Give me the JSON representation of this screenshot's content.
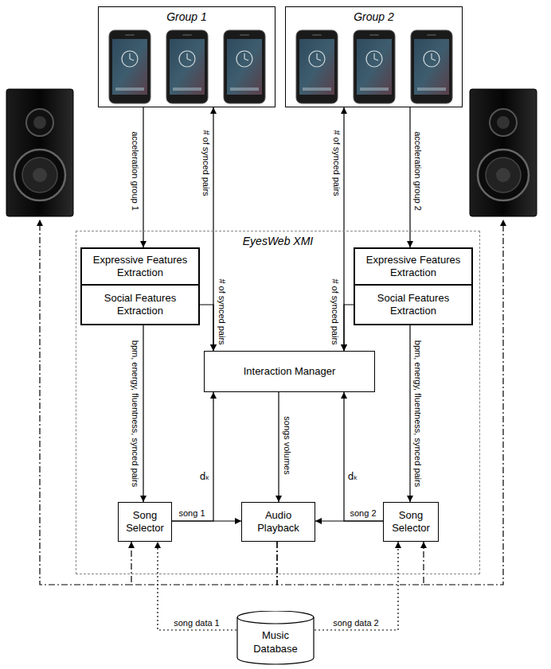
{
  "diagram": {
    "nodes": [
      {
        "text": [
          "Group 1"
        ]
      },
      {
        "text": [
          "Group 2"
        ]
      },
      {
        "text": [
          "EyesWeb XMI"
        ]
      },
      {
        "text": [
          "Expressive Features Extraction"
        ],
        "in": 2
      },
      {
        "text": [
          "Social Features Extraction"
        ],
        "in": 2
      },
      {
        "text": [
          "Expressive Features Extraction"
        ],
        "in": 2
      },
      {
        "text": [
          "Social Features Extraction"
        ],
        "in": 2
      },
      {
        "text": [
          "Interaction Manager"
        ],
        "in": 2
      },
      {
        "text": [
          "Song Selector"
        ],
        "in": 2
      },
      {
        "text": [
          "Audio Playback"
        ],
        "in": 2
      },
      {
        "text": [
          "Song Selector"
        ],
        "in": 2
      },
      {
        "text": [
          "Music Database"
        ]
      }
    ],
    "edges": [
      {
        "from": 0,
        "to": 3,
        "label": "acceleration group 1",
        "arrow": "to"
      },
      {
        "from": 0,
        "to": 7,
        "label": "# of synced pairs",
        "arrow": "both"
      },
      {
        "from": 4,
        "to": 7,
        "label": "# of synced pairs",
        "arrow": "to"
      },
      {
        "from": 1,
        "to": 5,
        "label": "acceleration group 2",
        "arrow": "to"
      },
      {
        "from": 1,
        "to": 7,
        "label": "# of synced pairs",
        "arrow": "both"
      },
      {
        "from": 6,
        "to": 7,
        "label": "# of synced pairs",
        "arrow": "to"
      },
      {
        "from": 4,
        "to": 8,
        "label": "bpm, energy, fluentness, synced pairs",
        "arrow": "to"
      },
      {
        "from": 6,
        "to": 10,
        "label": "bpm, energy, fluentness, synced pairs",
        "arrow": "to"
      },
      {
        "from": 8,
        "to": 7,
        "label": "dₖ",
        "arrow": "to"
      },
      {
        "from": 10,
        "to": 7,
        "label": "dₖ",
        "arrow": "to"
      },
      {
        "from": 7,
        "to": 9,
        "label": "songs volumes",
        "arrow": "to"
      },
      {
        "from": 8,
        "to": 9,
        "label": "song 1",
        "arrow": "to"
      },
      {
        "from": 10,
        "to": 9,
        "label": "song 2",
        "arrow": "to"
      },
      {
        "from": 11,
        "to": 8,
        "label": "song data 1",
        "arrow": "to"
      },
      {
        "from": 11,
        "to": 10,
        "label": "song data 2",
        "arrow": "to"
      },
      {
        "from": 9,
        "to": 8,
        "arrow": "to"
      },
      {
        "from": 9,
        "to": 10,
        "arrow": "to"
      }
    ]
  }
}
